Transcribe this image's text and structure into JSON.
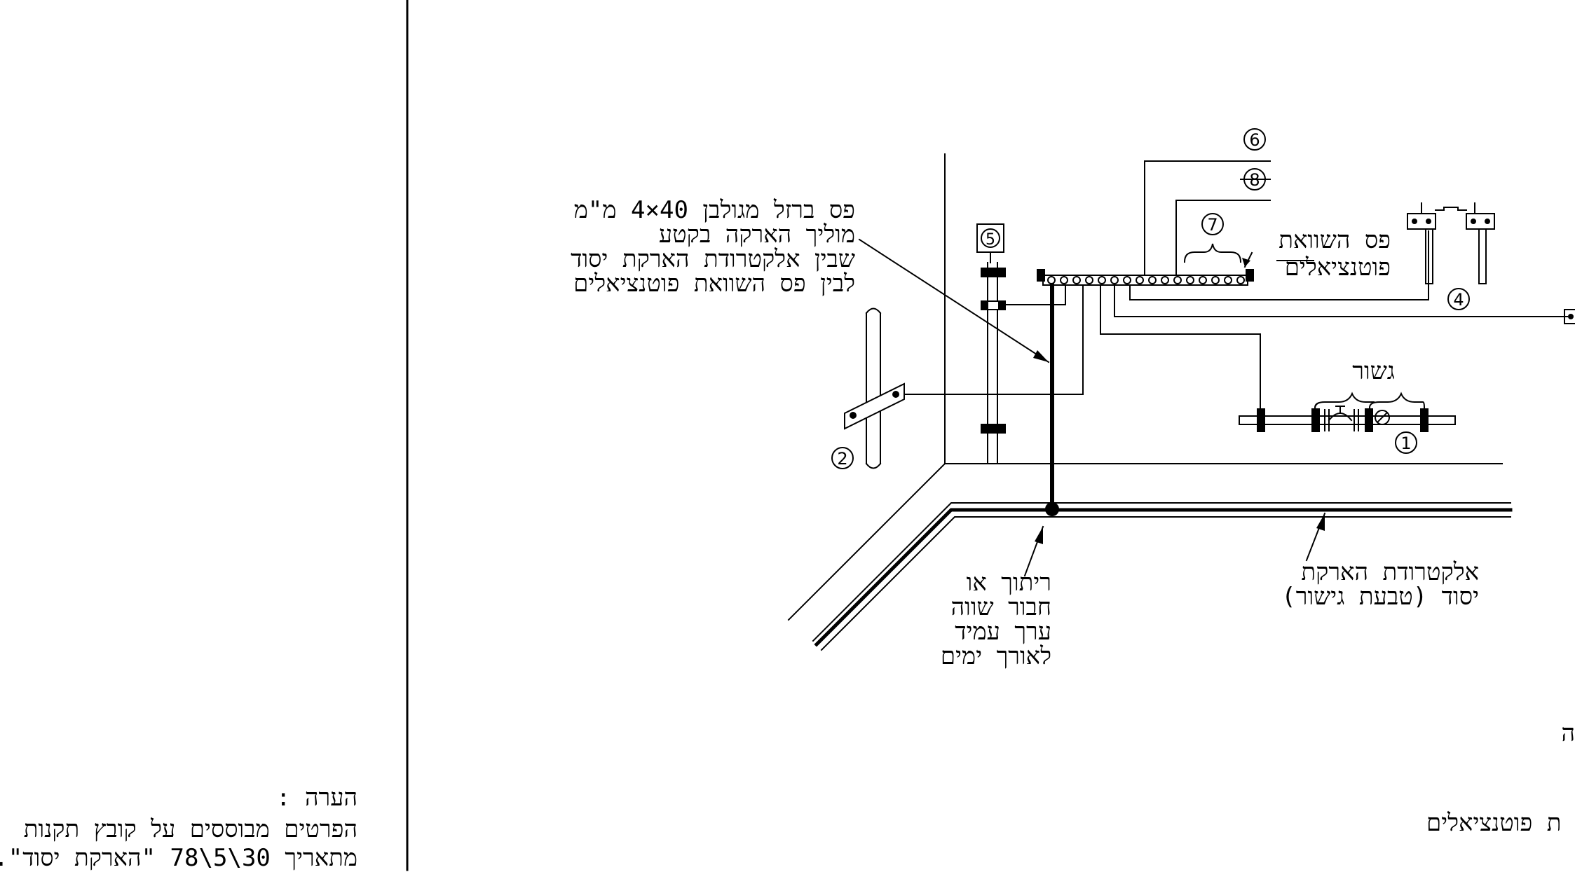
{
  "labels": {
    "iron_strip": [
      "פס ברזל מגולבן 40×4 מ\"מ",
      "מוליך הארקה בקטע",
      "שבין אלקטרודת הארקת יסוד",
      "לבין פס השוואת פוטנציאלים"
    ],
    "equalization_bar": [
      "פס השוואת",
      "פוטנציאלים"
    ],
    "bridge": "גשור",
    "connection": [
      "ריתוך או",
      "חבור שווה",
      "ערך עמיד",
      "לאורך ימים"
    ],
    "electrode": [
      "אלקטרודת הארקת",
      "יסוד (טבעת גישור)"
    ],
    "note_title": "הערה :",
    "note_line1": "הפרטים מבוססים על קובץ תקנות",
    "note_line2": "מתאריך 30\\5\\78 \"הארקת יסוד\".",
    "bottom_right": "ת פוטנציאלים",
    "edge_char": "ה"
  },
  "callouts": [
    "1",
    "2",
    "4",
    "5",
    "6",
    "7",
    "8"
  ]
}
